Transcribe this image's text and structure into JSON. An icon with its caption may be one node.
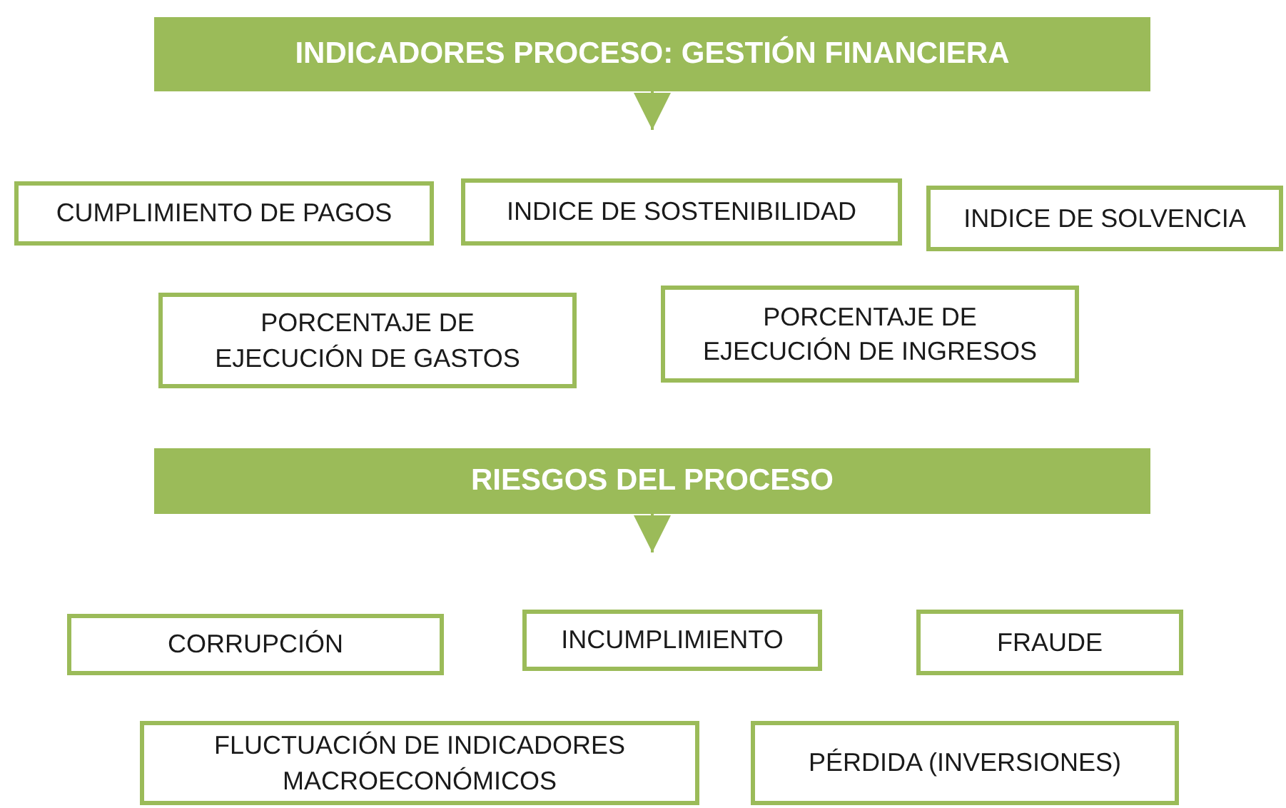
{
  "diagram": {
    "nodes": [
      {
        "text": [
          "INDICADORES PROCESO: GESTIÓN FINANCIERA"
        ]
      },
      {
        "text": [
          "CUMPLIMIENTO DE PAGOS"
        ]
      },
      {
        "text": [
          "INDICE DE SOSTENIBILIDAD"
        ]
      },
      {
        "text": [
          "INDICE DE SOLVENCIA"
        ]
      },
      {
        "text": [
          "PORCENTAJE DE EJECUCIÓN DE GASTOS"
        ]
      },
      {
        "text": [
          "PORCENTAJE DE EJECUCIÓN DE INGRESOS"
        ]
      },
      {
        "text": [
          "RIESGOS DEL PROCESO"
        ]
      },
      {
        "text": [
          "CORRUPCIÓN"
        ]
      },
      {
        "text": [
          "INCUMPLIMIENTO"
        ]
      },
      {
        "text": [
          "FRAUDE"
        ]
      },
      {
        "text": [
          "FLUCTUACIÓN DE INDICADORES MACROECONÓMICOS"
        ]
      },
      {
        "text": [
          "PÉRDIDA (INVERSIONES)"
        ]
      }
    ],
    "edges": [
      {
        "from": 0,
        "to": null,
        "arrow": "to"
      },
      {
        "from": 6,
        "to": null,
        "arrow": "to"
      }
    ]
  }
}
